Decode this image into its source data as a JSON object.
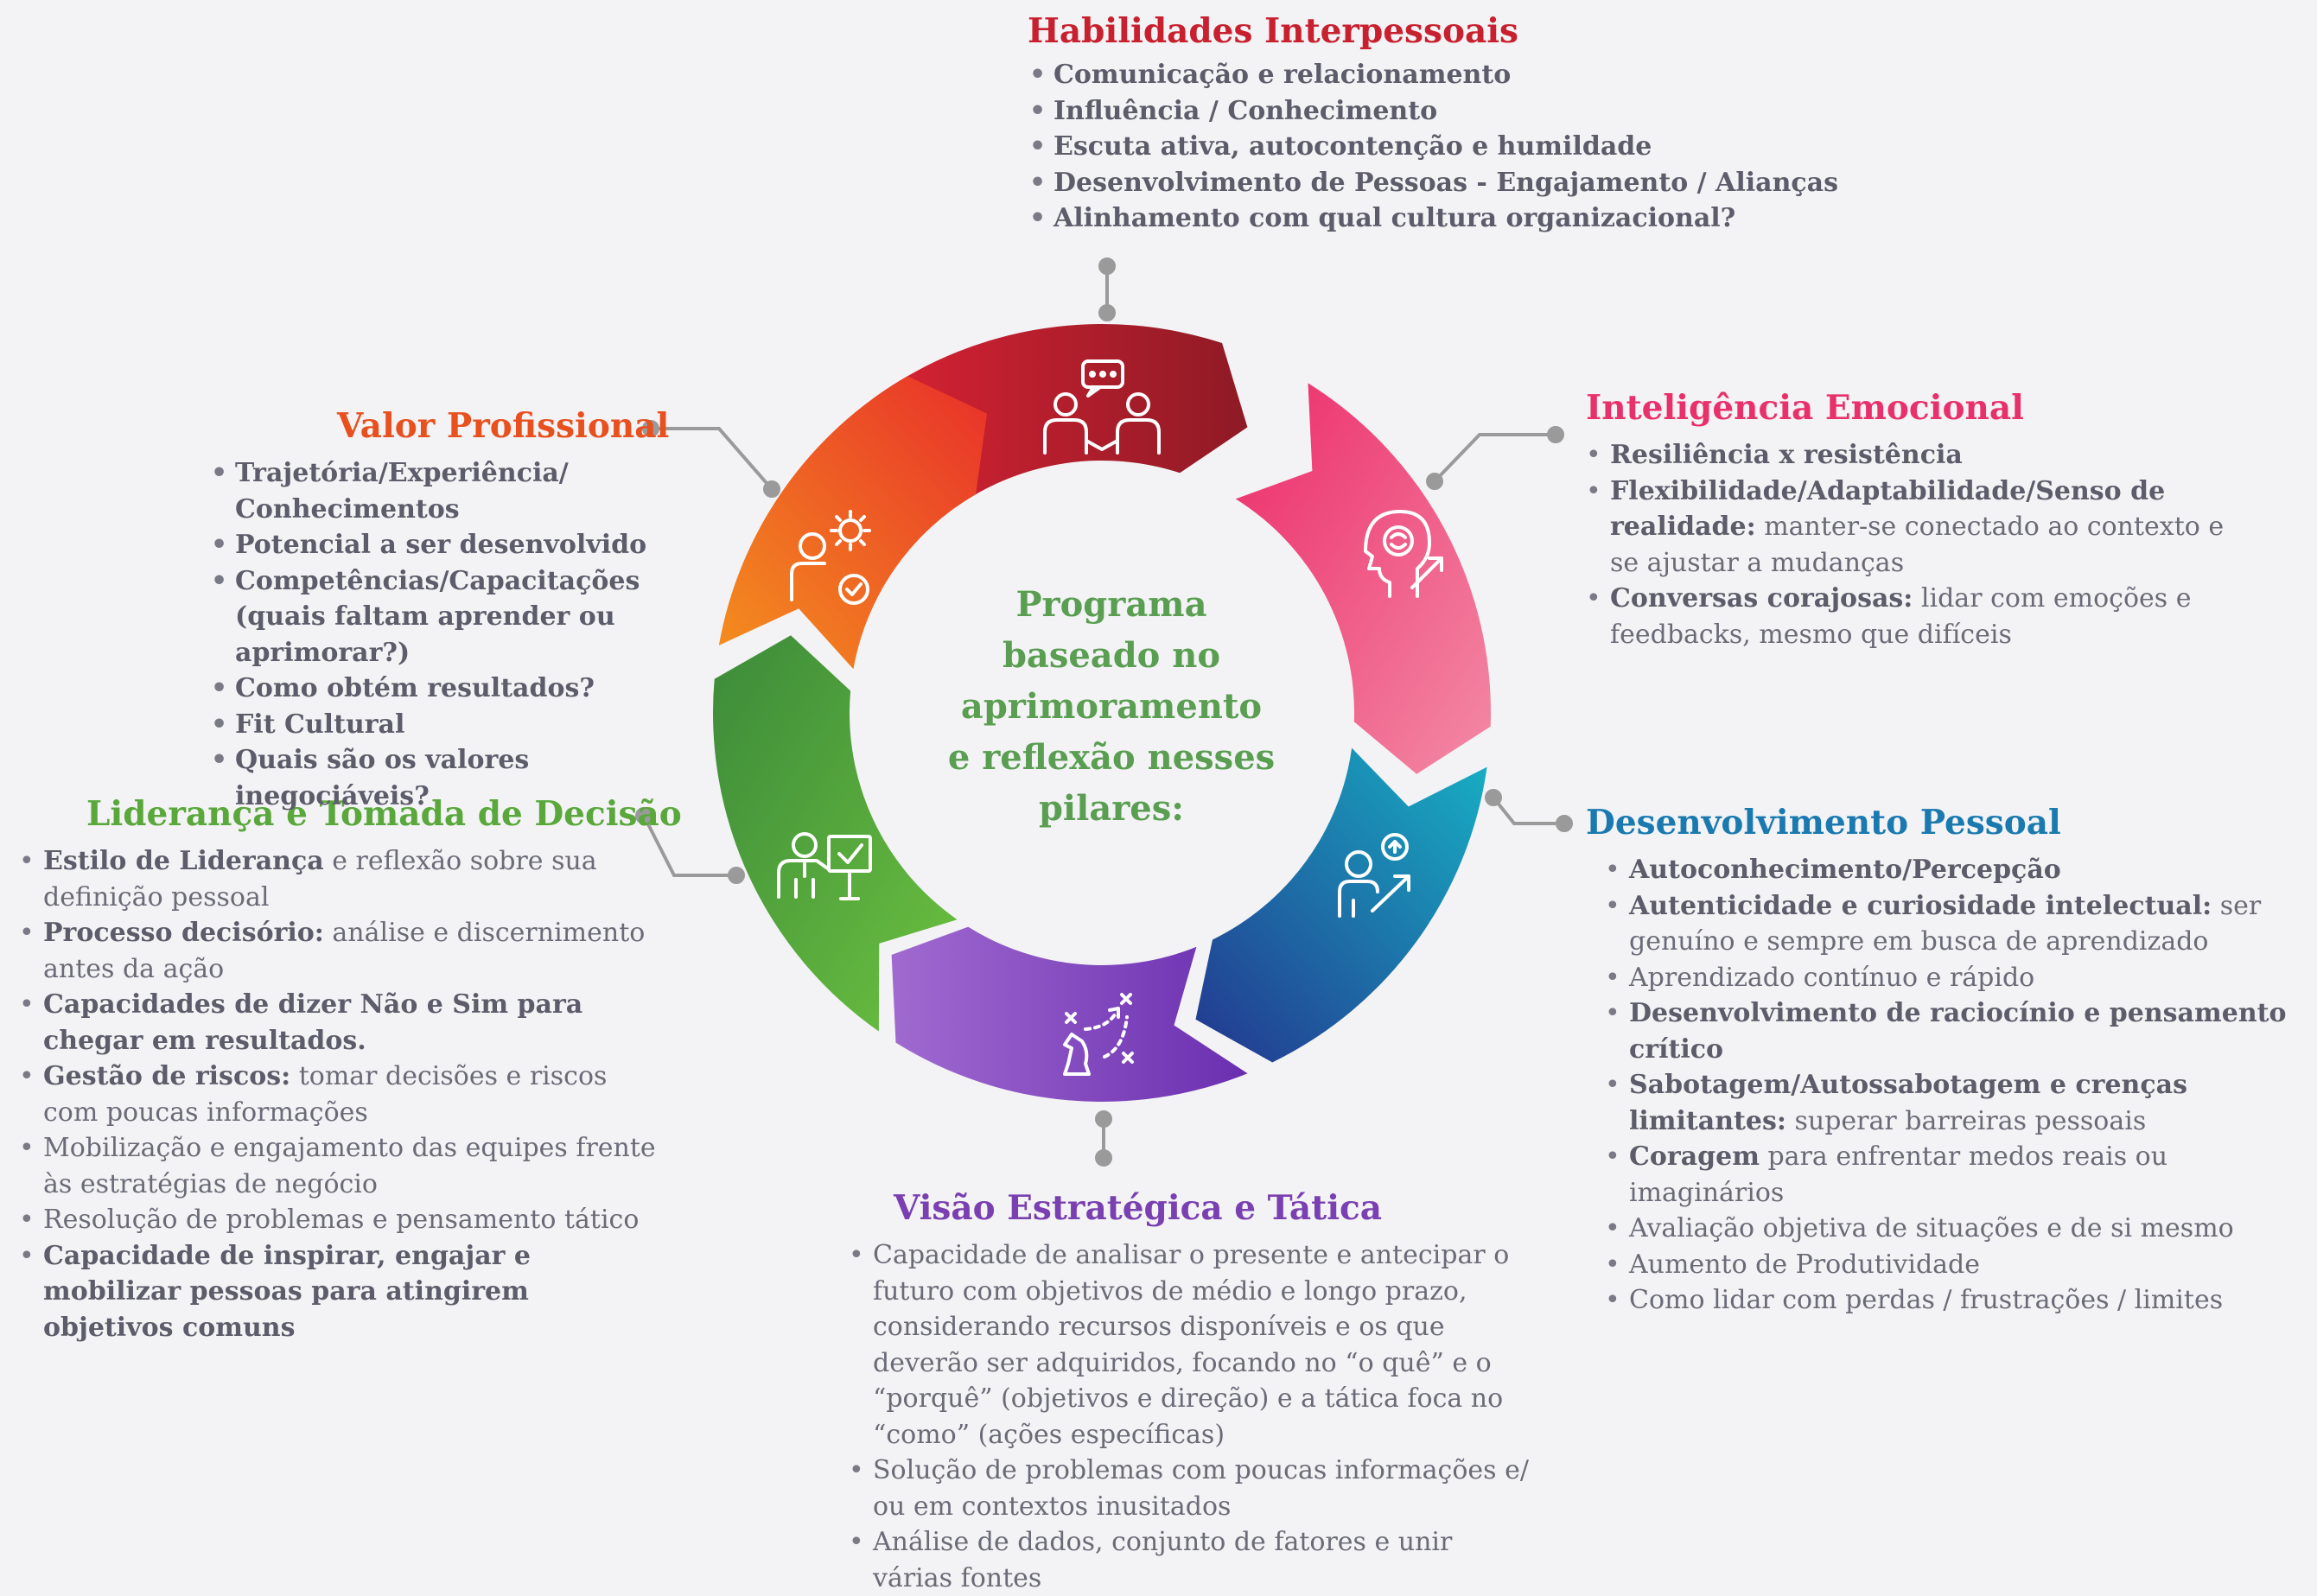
{
  "center_text": "Programa\nbaseado no\naprimoramento\ne reflexão nesses\npilares:",
  "colors": {
    "interpersonal": "#c8202f",
    "emotional": "#e8306a",
    "personal": "#1a7ab0",
    "strategic": "#7a3fb0",
    "leadership": "#5aa83c",
    "value": "#e8501e",
    "text": "#6b6b78",
    "connector": "#999999"
  },
  "pillars": {
    "interpersonal": {
      "title": "Habilidades Interpessoais",
      "icon": "people-conversation-icon",
      "items": [
        {
          "bold": "Comunicação e relacionamento",
          "text": ""
        },
        {
          "bold": "Influência / Conhecimento",
          "text": ""
        },
        {
          "bold": "Escuta ativa, autocontenção e humildade",
          "text": ""
        },
        {
          "bold": "Desenvolvimento de Pessoas - Engajamento / Alianças",
          "text": ""
        },
        {
          "bold": "Alinhamento com qual cultura organizacional?",
          "text": ""
        }
      ]
    },
    "emotional": {
      "title": "Inteligência Emocional",
      "icon": "head-brain-icon",
      "items": [
        {
          "bold": "Resiliência x resistência",
          "text": ""
        },
        {
          "bold": "Flexibilidade/Adaptabilidade/Senso de realidade:",
          "text": " manter-se conectado ao contexto e se ajustar a mudanças"
        },
        {
          "bold": "Conversas corajosas:",
          "text": " lidar com emoções e feedbacks, mesmo que difíceis"
        }
      ]
    },
    "personal": {
      "title": "Desenvolvimento Pessoal",
      "icon": "person-growth-icon",
      "items": [
        {
          "bold": "Autoconhecimento/Percepção",
          "text": ""
        },
        {
          "bold": "Autenticidade e curiosidade intelectual:",
          "text": " ser genuíno e sempre em busca de aprendizado"
        },
        {
          "bold": "",
          "text": "Aprendizado contínuo e rápido"
        },
        {
          "bold": "Desenvolvimento de raciocínio e pensamento crítico",
          "text": ""
        },
        {
          "bold": "Sabotagem/Autossabotagem e crenças limitantes:",
          "text": " superar barreiras pessoais"
        },
        {
          "bold": "Coragem",
          "text": " para enfrentar medos reais ou imaginários"
        },
        {
          "bold": "",
          "text": "Avaliação objetiva de situações e de si mesmo"
        },
        {
          "bold": "",
          "text": "Aumento de Produtividade"
        },
        {
          "bold": "",
          "text": "Como lidar com perdas / frustrações / limites"
        }
      ]
    },
    "strategic": {
      "title": "Visão Estratégica e Tática",
      "icon": "strategy-chess-icon",
      "items": [
        {
          "bold": "",
          "text": "Capacidade de analisar o presente e antecipar o futuro com objetivos de médio e longo prazo, considerando recursos disponíveis e os que deverão ser adquiridos, focando no “o quê”  e o “porquê” (objetivos e direção) e a tática foca no “como” (ações específicas)"
        },
        {
          "bold": "",
          "text": "Solução de problemas com poucas informações e/ ou em contextos inusitados"
        },
        {
          "bold": "",
          "text": "Análise de dados, conjunto de fatores e unir várias fontes"
        }
      ]
    },
    "leadership": {
      "title": "Liderança e Tomada de Decisão",
      "icon": "presenter-board-icon",
      "items": [
        {
          "bold": "Estilo de Liderança",
          "text": " e reflexão sobre sua definição pessoal"
        },
        {
          "bold": "Processo decisório:",
          "text": " análise e discernimento antes da ação"
        },
        {
          "bold": "Capacidades de dizer Não e Sim para chegar em resultados.",
          "text": ""
        },
        {
          "bold": "Gestão de riscos:",
          "text": " tomar decisões e riscos com poucas informações"
        },
        {
          "bold": "",
          "text": "Mobilização e engajamento das equipes frente às estratégias de negócio"
        },
        {
          "bold": "",
          "text": "Resolução de problemas e pensamento tático"
        },
        {
          "bold": "Capacidade de inspirar, engajar e mobilizar pessoas para atingirem objetivos comuns",
          "text": ""
        }
      ]
    },
    "value": {
      "title": "Valor Profissional",
      "icon": "person-gear-check-icon",
      "items": [
        {
          "bold": "Trajetória/Experiência/ Conhecimentos",
          "text": ""
        },
        {
          "bold": "Potencial a ser desenvolvido",
          "text": ""
        },
        {
          "bold": "Competências/Capacitações (quais faltam aprender ou aprimorar?)",
          "text": ""
        },
        {
          "bold": "Como obtém resultados?",
          "text": ""
        },
        {
          "bold": "Fit Cultural",
          "text": ""
        },
        {
          "bold": "Quais são os valores inegociáveis?",
          "text": ""
        }
      ]
    }
  }
}
